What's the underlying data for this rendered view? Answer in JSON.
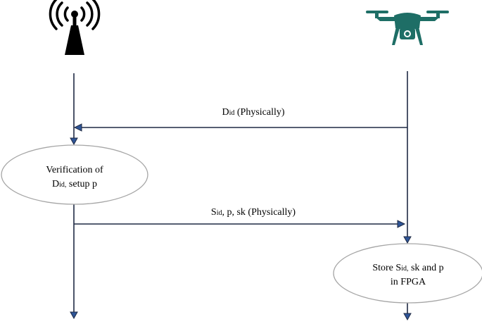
{
  "participants": {
    "left_icon": "radio-tower-icon",
    "right_icon": "drone-camera-icon"
  },
  "colors": {
    "tower": "#000000",
    "drone": "#1e6e66",
    "lines": "#1f2a44",
    "arrowheads": "#2f5597",
    "ellipse_border": "#a6a6a6"
  },
  "messages": [
    {
      "base": "D",
      "sub": "id",
      "rest": " (Physically)",
      "direction": "drone-to-server"
    },
    {
      "base": "S",
      "sub": "id",
      "rest": ", p, sk (Physically)",
      "direction": "server-to-drone"
    }
  ],
  "processes": [
    {
      "line1": "Verification of",
      "line2_base": "D",
      "line2_sub": "id,",
      "line2_rest": " setup p"
    },
    {
      "line1_base": "Store S",
      "line1_sub": "id,",
      "line1_rest": " sk and p",
      "line2": "in FPGA"
    }
  ]
}
